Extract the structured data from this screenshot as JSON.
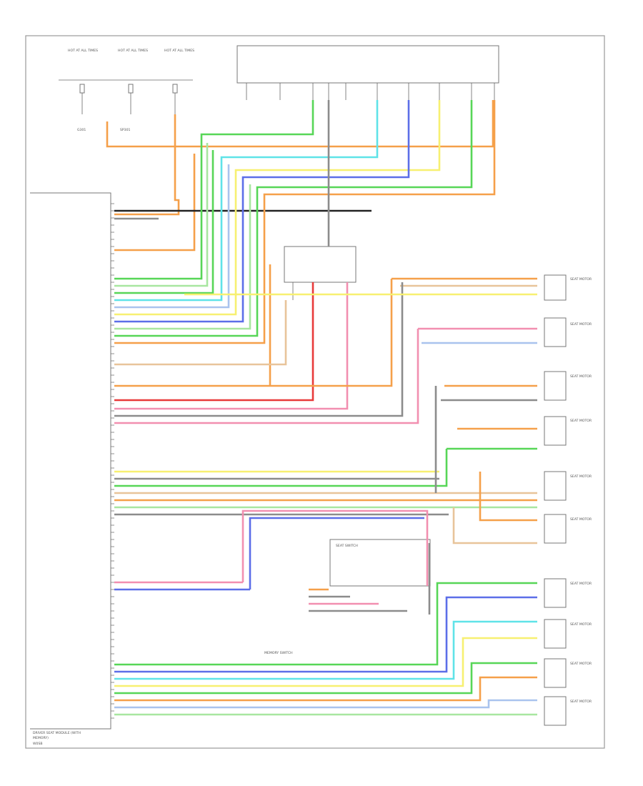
{
  "module_label_1": "DRIVER SEAT MODULE (WITH",
  "module_label_2": "MEMORY)",
  "footer_code": "W0SB",
  "ground": "G301",
  "splice": "SP301",
  "fuse_block_1": "HOT AT ALL TIMES",
  "fuse_block_2": "HOT AT ALL TIMES",
  "fuse_block_3": "HOT AT ALL TIMES",
  "seat_switch": "SEAT SWITCH",
  "memory_switch": "MEMORY SWITCH",
  "motor_labels": [
    "SEAT MOTOR",
    "SEAT MOTOR",
    "SEAT MOTOR",
    "SEAT MOTOR",
    "SEAT MOTOR",
    "SEAT MOTOR",
    "SEAT MOTOR",
    "SEAT MOTOR",
    "SEAT MOTOR",
    "SEAT MOTOR"
  ],
  "colors": {
    "orange": "#f5a04a",
    "red": "#e83a3a",
    "pink": "#f28fb0",
    "green": "#57d657",
    "lightgreen": "#a8e6a0",
    "yellow": "#f7f071",
    "blue": "#5c6ee8",
    "lightblue": "#a9c3ee",
    "cyan": "#5fe3e8",
    "tan": "#e8c49a",
    "gray": "#8c8c8c",
    "black": "#222222"
  }
}
